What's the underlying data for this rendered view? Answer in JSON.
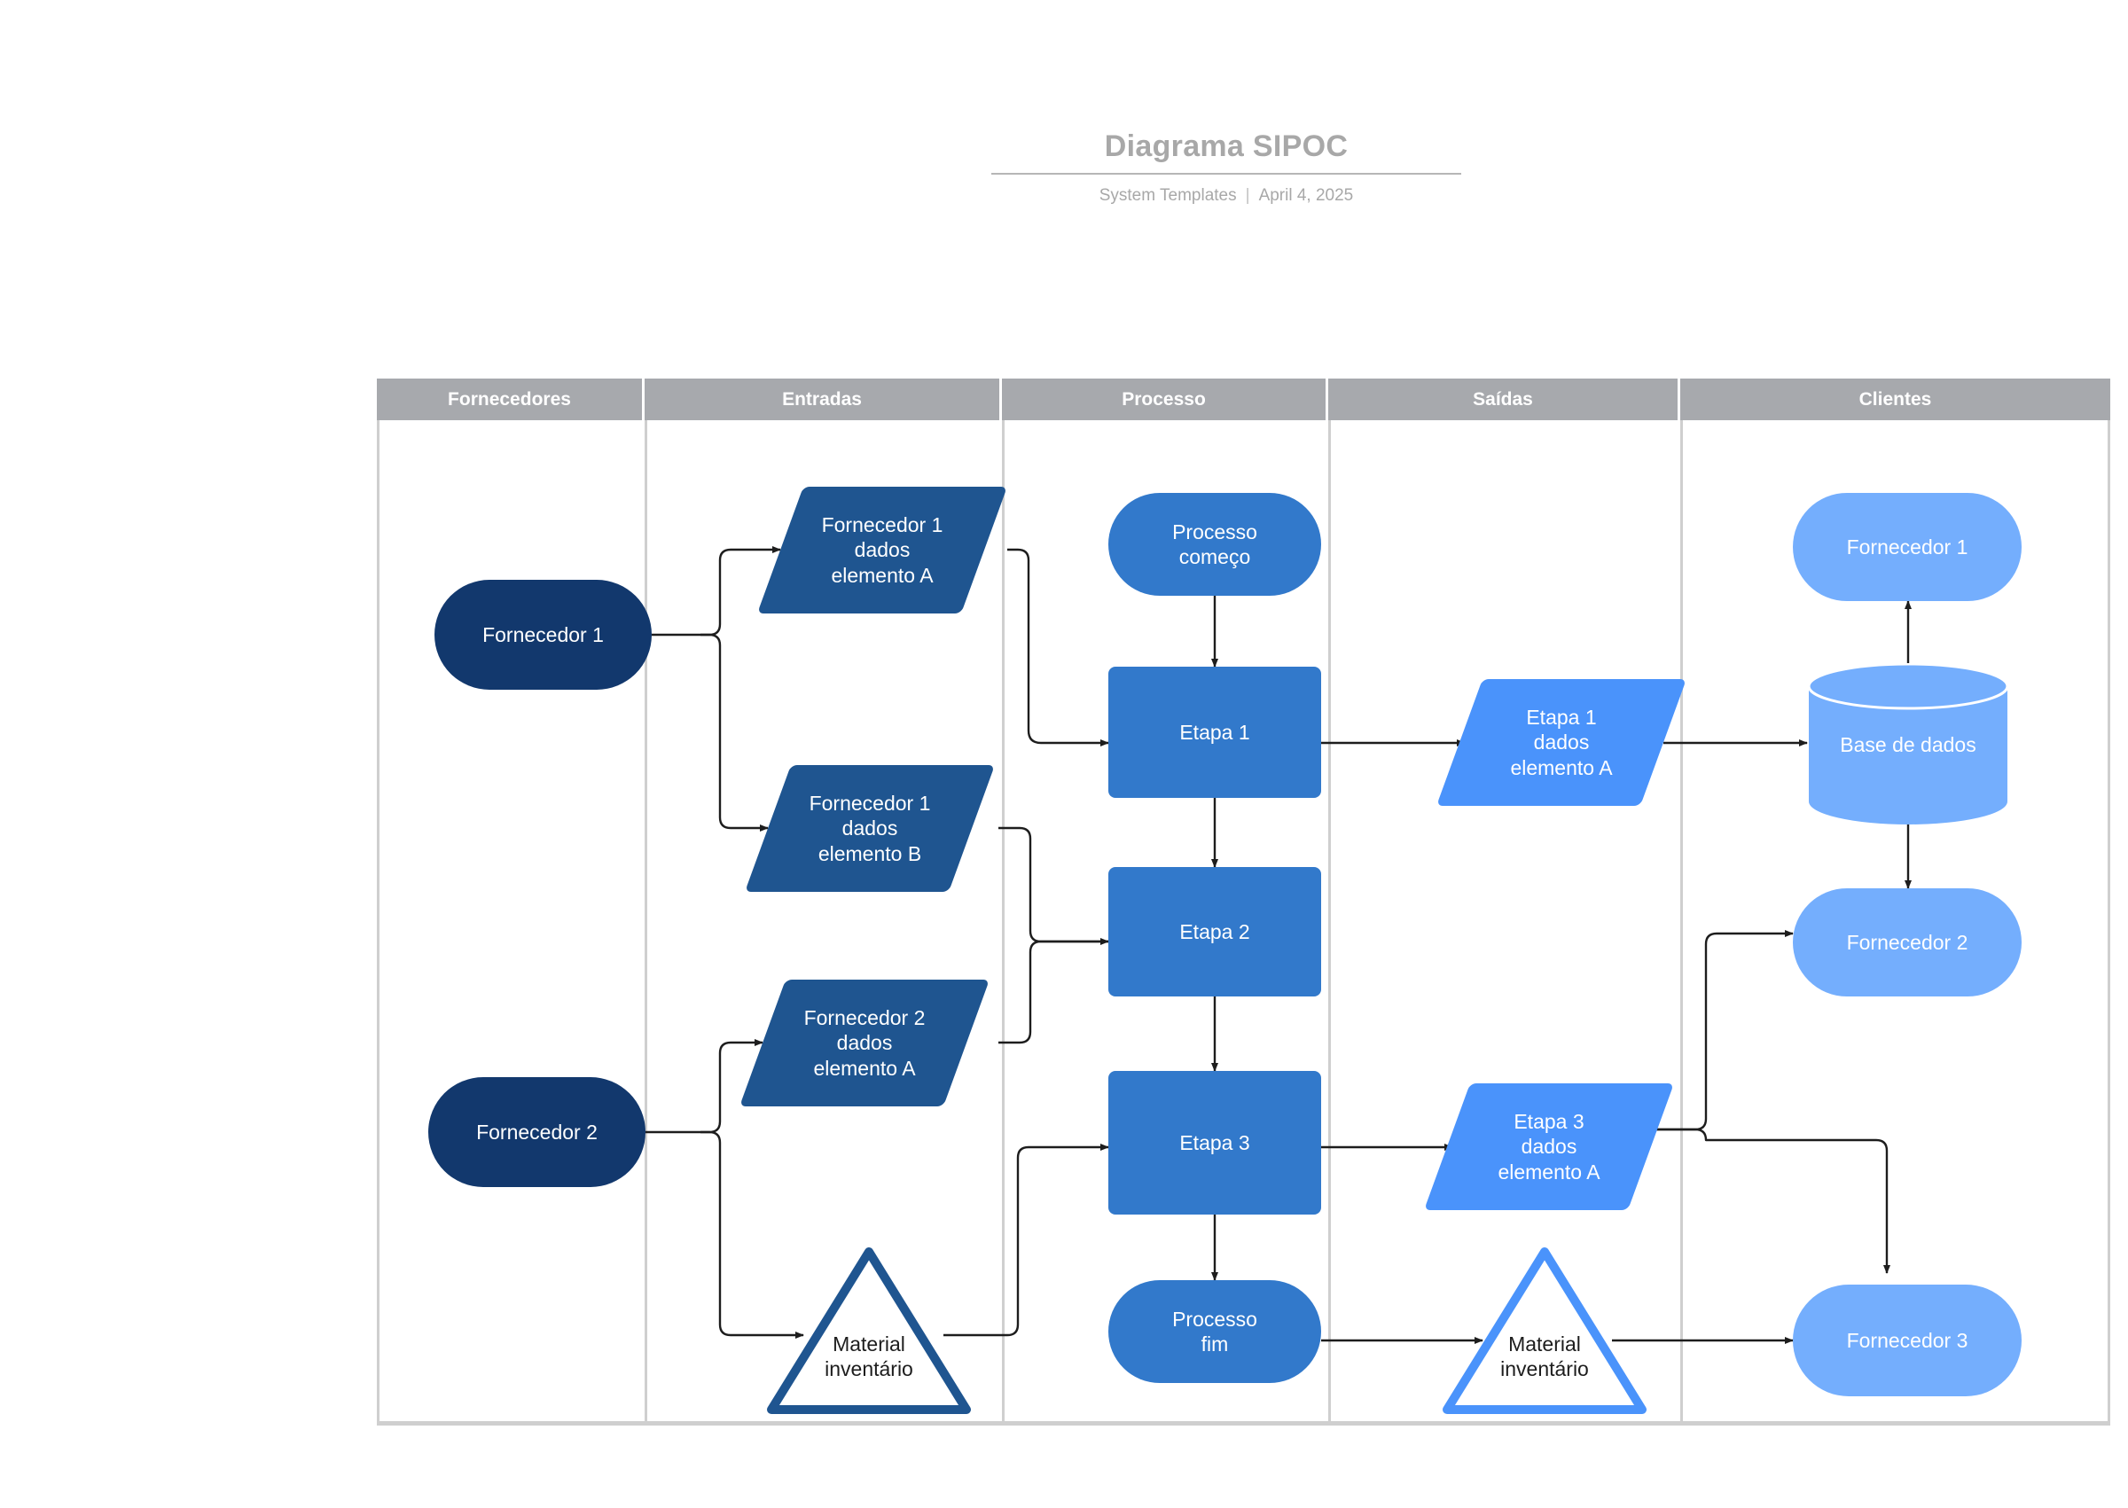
{
  "document": {
    "title": "Diagrama SIPOC",
    "subtitle_source": "System Templates",
    "subtitle_divider": "|",
    "subtitle_date": "April 4, 2025"
  },
  "colors": {
    "header_gray": "#a7a9ad",
    "grid_gray": "#cfcfcf",
    "supplier_navy": "#12386d",
    "input_blue": "#1f5590",
    "process_blue": "#3279cb",
    "output_blue": "#4a93fb",
    "client_blue": "#74aefd",
    "connector_black": "#1d1d1d",
    "title_gray": "#a8a8a8"
  },
  "table": {
    "columns": [
      {
        "id": "fornecedores",
        "label": "Fornecedores"
      },
      {
        "id": "entradas",
        "label": "Entradas"
      },
      {
        "id": "processo",
        "label": "Processo"
      },
      {
        "id": "saidas",
        "label": "Saídas"
      },
      {
        "id": "clientes",
        "label": "Clientes"
      }
    ]
  },
  "nodes": {
    "suppliers": [
      {
        "id": "fornecedor-1",
        "label": "Fornecedor 1",
        "shape": "stadium"
      },
      {
        "id": "fornecedor-2",
        "label": "Fornecedor 2",
        "shape": "stadium"
      }
    ],
    "inputs": [
      {
        "id": "input-f1-a",
        "label": "Fornecedor 1\ndados\nelemento A",
        "shape": "parallelogram"
      },
      {
        "id": "input-f1-b",
        "label": "Fornecedor 1\ndados\nelemento B",
        "shape": "parallelogram"
      },
      {
        "id": "input-f2-a",
        "label": "Fornecedor 2\ndados\nelemento A",
        "shape": "parallelogram"
      },
      {
        "id": "input-material",
        "label": "Material\ninventário",
        "shape": "triangle"
      }
    ],
    "process": [
      {
        "id": "processo-comeco",
        "label": "Processo\ncomeço",
        "shape": "stadium"
      },
      {
        "id": "etapa-1",
        "label": "Etapa 1",
        "shape": "rectangle"
      },
      {
        "id": "etapa-2",
        "label": "Etapa 2",
        "shape": "rectangle"
      },
      {
        "id": "etapa-3",
        "label": "Etapa 3",
        "shape": "rectangle"
      },
      {
        "id": "processo-fim",
        "label": "Processo\nfim",
        "shape": "stadium"
      }
    ],
    "outputs": [
      {
        "id": "output-e1-a",
        "label": "Etapa 1\ndados\nelemento A",
        "shape": "parallelogram"
      },
      {
        "id": "output-e3-a",
        "label": "Etapa 3\ndados\nelemento A",
        "shape": "parallelogram"
      },
      {
        "id": "output-material",
        "label": "Material\ninventário",
        "shape": "triangle"
      }
    ],
    "clients": [
      {
        "id": "cliente-f1",
        "label": "Fornecedor 1",
        "shape": "stadium"
      },
      {
        "id": "cliente-db",
        "label": "Base de dados",
        "shape": "cylinder"
      },
      {
        "id": "cliente-f2",
        "label": "Fornecedor 2",
        "shape": "stadium"
      },
      {
        "id": "cliente-f3",
        "label": "Fornecedor 3",
        "shape": "stadium"
      }
    ]
  },
  "chart_data": {
    "type": "diagram",
    "title": "Diagrama SIPOC",
    "lanes": [
      "Fornecedores",
      "Entradas",
      "Processo",
      "Saídas",
      "Clientes"
    ],
    "edges": [
      {
        "from": "fornecedor-1",
        "to": "input-f1-a"
      },
      {
        "from": "fornecedor-1",
        "to": "input-f1-b"
      },
      {
        "from": "input-f1-a",
        "to": "etapa-1"
      },
      {
        "from": "input-f1-b",
        "to": "etapa-2"
      },
      {
        "from": "fornecedor-2",
        "to": "input-f2-a"
      },
      {
        "from": "fornecedor-2",
        "to": "input-material"
      },
      {
        "from": "input-f2-a",
        "to": "etapa-2"
      },
      {
        "from": "input-material",
        "to": "etapa-3"
      },
      {
        "from": "processo-comeco",
        "to": "etapa-1"
      },
      {
        "from": "etapa-1",
        "to": "etapa-2"
      },
      {
        "from": "etapa-2",
        "to": "etapa-3"
      },
      {
        "from": "etapa-3",
        "to": "processo-fim"
      },
      {
        "from": "etapa-1",
        "to": "output-e1-a"
      },
      {
        "from": "etapa-3",
        "to": "output-e3-a"
      },
      {
        "from": "processo-fim",
        "to": "output-material"
      },
      {
        "from": "output-e1-a",
        "to": "cliente-db"
      },
      {
        "from": "cliente-db",
        "to": "cliente-f1"
      },
      {
        "from": "cliente-db",
        "to": "cliente-f2"
      },
      {
        "from": "output-e3-a",
        "to": "cliente-f2"
      },
      {
        "from": "output-e3-a",
        "to": "cliente-f3"
      },
      {
        "from": "output-material",
        "to": "cliente-f3"
      }
    ]
  }
}
